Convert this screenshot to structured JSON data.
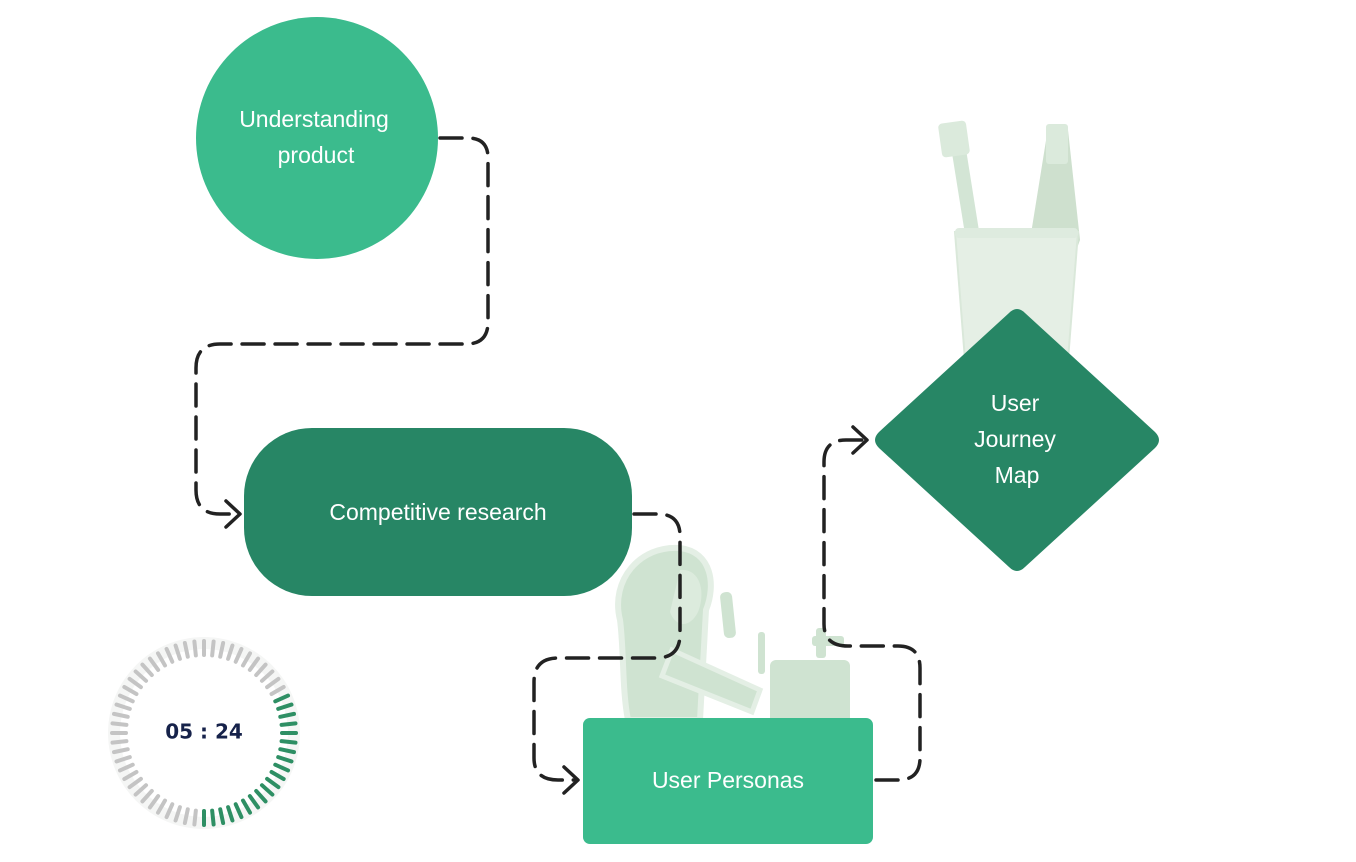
{
  "nodes": {
    "understanding": {
      "lines": [
        "Understanding",
        "product"
      ]
    },
    "competitive": {
      "label": "Competitive research"
    },
    "personas": {
      "label": "User Personas"
    },
    "journey": {
      "lines": [
        "User",
        "Journey",
        "Map"
      ]
    }
  },
  "timer": {
    "display": "05 : 24",
    "progress_fraction": 0.33
  },
  "illustrations": {
    "toothbrush_cup": "toothbrush-cup-icon",
    "person_brushing": "person-brushing-teeth-icon"
  },
  "colors": {
    "light_green": "#3bbb8d",
    "dark_green": "#278665",
    "illustration_green": "#cfe3d1",
    "connector": "#222222",
    "timer_active": "#2e8f64",
    "timer_inactive": "#c4c4c4",
    "timer_text": "#16224a"
  }
}
